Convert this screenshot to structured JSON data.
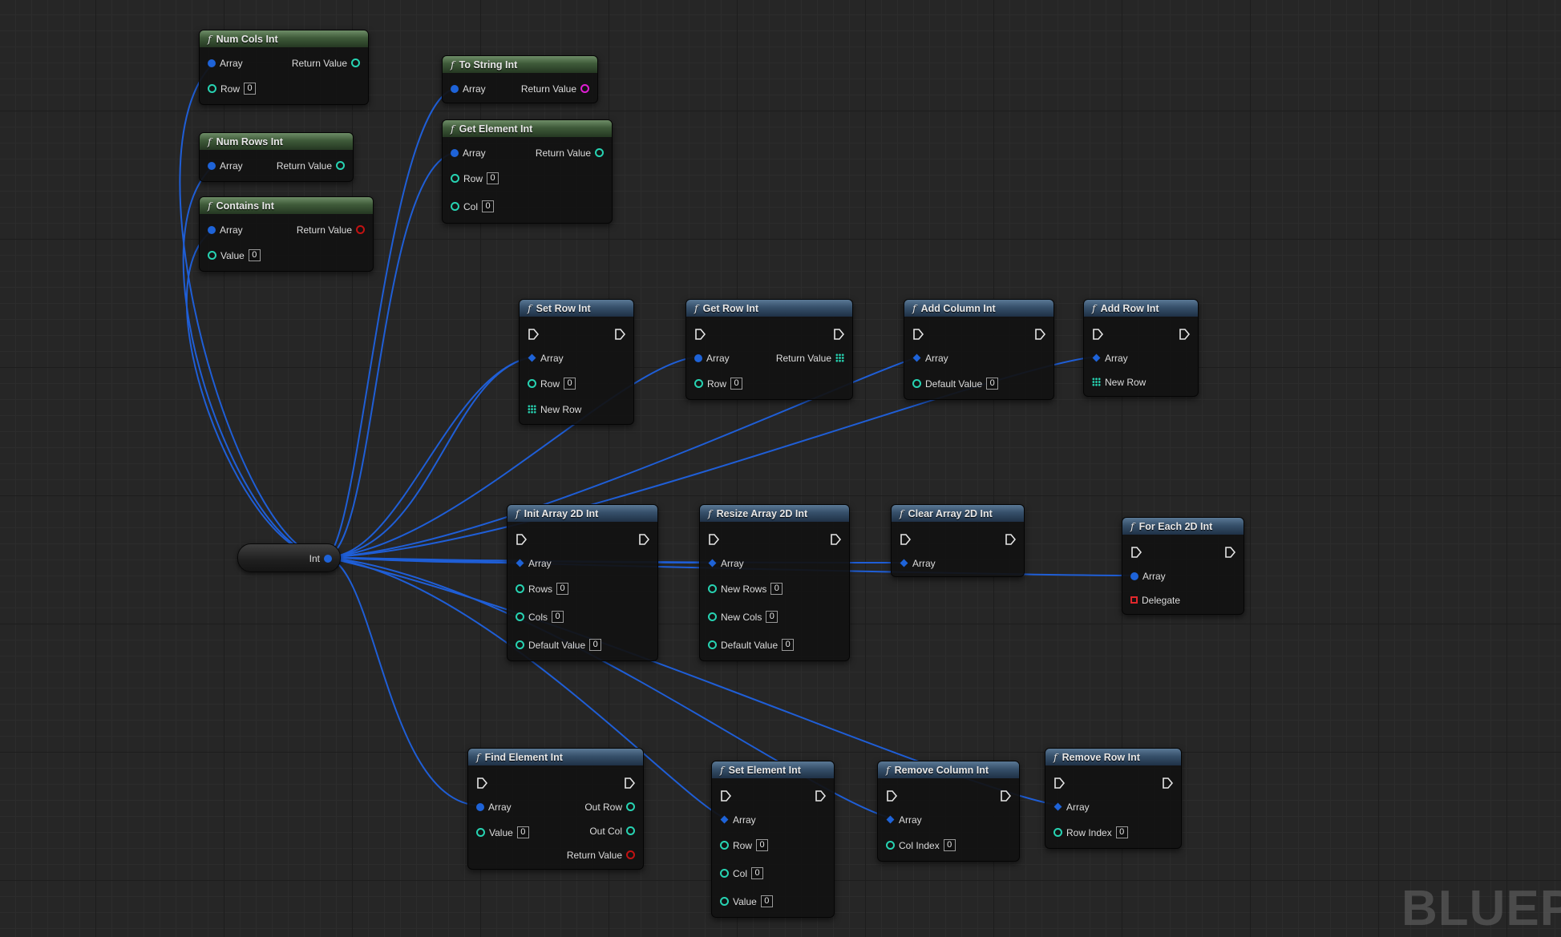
{
  "graph": {
    "watermark": "BLUEPR",
    "variable": {
      "label": "Int"
    },
    "nodes": {
      "num_cols": {
        "title": "Num Cols Int",
        "array": "Array",
        "return": "Return Value",
        "row": "Row",
        "row_val": "0"
      },
      "num_rows": {
        "title": "Num Rows Int",
        "array": "Array",
        "return": "Return Value"
      },
      "contains": {
        "title": "Contains Int",
        "array": "Array",
        "return": "Return Value",
        "value": "Value",
        "value_val": "0"
      },
      "to_string": {
        "title": "To String Int",
        "array": "Array",
        "return": "Return Value"
      },
      "get_element": {
        "title": "Get Element Int",
        "array": "Array",
        "return": "Return Value",
        "row": "Row",
        "row_val": "0",
        "col": "Col",
        "col_val": "0"
      },
      "set_row": {
        "title": "Set Row Int",
        "array": "Array",
        "row": "Row",
        "row_val": "0",
        "new_row": "New Row"
      },
      "get_row": {
        "title": "Get Row Int",
        "array": "Array",
        "return": "Return Value",
        "row": "Row",
        "row_val": "0"
      },
      "add_column": {
        "title": "Add Column Int",
        "array": "Array",
        "default": "Default Value",
        "default_val": "0"
      },
      "add_row": {
        "title": "Add Row Int",
        "array": "Array",
        "new_row": "New Row"
      },
      "init_array": {
        "title": "Init Array 2D Int",
        "array": "Array",
        "rows": "Rows",
        "rows_val": "0",
        "cols": "Cols",
        "cols_val": "0",
        "default": "Default Value",
        "default_val": "0"
      },
      "resize_array": {
        "title": "Resize Array 2D Int",
        "array": "Array",
        "new_rows": "New Rows",
        "new_rows_val": "0",
        "new_cols": "New Cols",
        "new_cols_val": "0",
        "default": "Default Value",
        "default_val": "0"
      },
      "clear_array": {
        "title": "Clear Array 2D Int",
        "array": "Array"
      },
      "for_each": {
        "title": "For Each 2D Int",
        "array": "Array",
        "delegate": "Delegate"
      },
      "find_element": {
        "title": "Find Element Int",
        "array": "Array",
        "value": "Value",
        "value_val": "0",
        "out_row": "Out Row",
        "out_col": "Out Col",
        "return": "Return Value"
      },
      "set_element": {
        "title": "Set Element Int",
        "array": "Array",
        "row": "Row",
        "row_val": "0",
        "col": "Col",
        "col_val": "0",
        "value": "Value",
        "value_val": "0"
      },
      "remove_column": {
        "title": "Remove Column Int",
        "array": "Array",
        "col_index": "Col Index",
        "col_index_val": "0"
      },
      "remove_row": {
        "title": "Remove Row Int",
        "array": "Array",
        "row_index": "Row Index",
        "row_index_val": "0"
      }
    }
  },
  "colors": {
    "wire": "#1f5ed6",
    "pin_array": "#1e63d8",
    "pin_int": "#27d3b2",
    "pin_bool": "#c21212",
    "pin_string": "#e01ed4",
    "pin_delegate": "#e0282c",
    "pure_header": "#3e5a39",
    "impure_header": "#36506a"
  },
  "icons": {
    "function": "function-icon",
    "exec": "exec-pin-icon",
    "array_pin": "array-pin-icon",
    "int_pin": "int-pin-icon"
  }
}
